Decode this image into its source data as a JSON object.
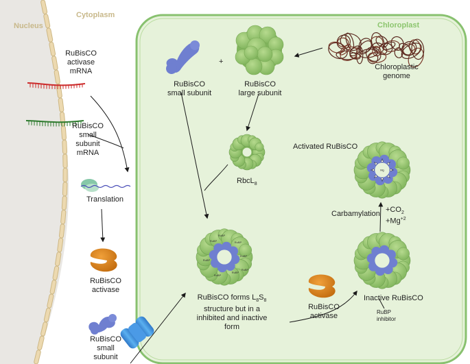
{
  "regions": {
    "nucleus": "Nucleus",
    "cytoplasm": "Cytoplasm",
    "chloroplast": "Chloroplast"
  },
  "labels": {
    "activase_mrna": [
      "RuBisCO",
      "activase",
      "mRNA"
    ],
    "small_subunit_mrna": [
      "RuBisCO",
      "small",
      "subunit",
      "mRNA"
    ],
    "translation": "Translation",
    "activase_protein": [
      "RuBisCO",
      "activase"
    ],
    "small_subunit_protein": [
      "RuBisCO",
      "small",
      "subunit"
    ],
    "chloroplastic_genome": [
      "Chloroplastic",
      "genome"
    ],
    "plus": "+",
    "cp_small_subunit": [
      "RuBisCO",
      "small subunit"
    ],
    "cp_large_subunit": [
      "RuBisCO",
      "large subunit"
    ],
    "rbcl8": {
      "main": "RbcL",
      "sub": "8"
    },
    "l8s8": {
      "line1a": "RuBisCO forms L",
      "sub1": "8",
      "line1b": "S",
      "sub2": "8",
      "line2": "structure but in a",
      "line3": "inhibited and inactive",
      "line4": "form"
    },
    "cp_activase": [
      "RuBisCO",
      "activase"
    ],
    "inactive": "Inactive RuBisCO",
    "rubp_inhibitor": [
      "RuBP",
      "inhibitor"
    ],
    "activated": "Activated RuBisCO",
    "carbamylation": "Carbamylation",
    "co2": {
      "main": "+CO",
      "sub": "2"
    },
    "mg": {
      "main": "+Mg",
      "sup": "+2"
    },
    "rubp_tag": "RuBP",
    "mg_tag": "Mg"
  },
  "colors": {
    "nucleus_fill": "#e9e7e3",
    "chloroplast_fill": "#e6f2da",
    "chloroplast_stroke": "#88c16f",
    "envelope": "#ecd9b0",
    "envelope_edge": "#cdb784",
    "region_header": "#c8b88a",
    "chloroplast_header": "#8cc56e",
    "green_protein": "#98c870",
    "green_dark": "#6d9e4f",
    "blue_protein": "#6f7fd0",
    "orange_protein": "#d9831c",
    "mrna_red": "#cc2a2a",
    "mrna_green": "#2d7a2d",
    "genome": "#5a2a20",
    "channel_blue": "#3f8fe0"
  }
}
